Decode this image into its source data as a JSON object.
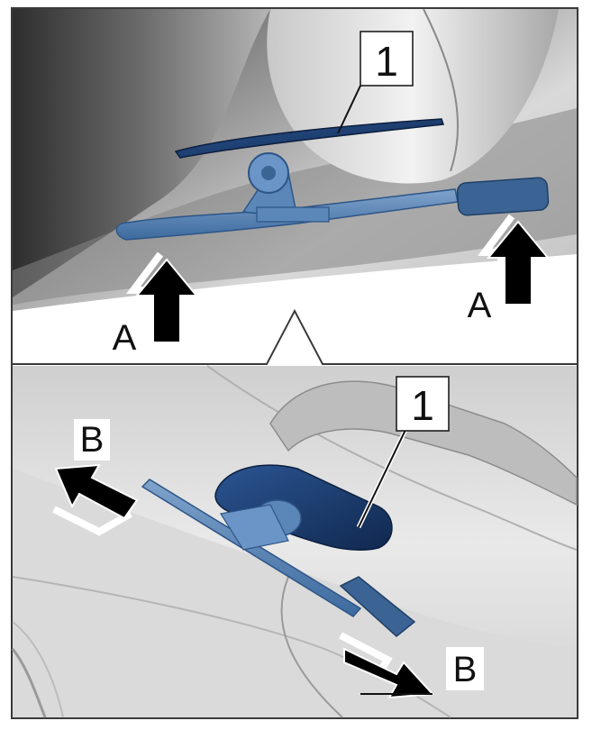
{
  "panels": {
    "top": {
      "callout": "1",
      "arrow_left_label": "A",
      "arrow_right_label": "A"
    },
    "bottom": {
      "callout": "1",
      "arrow_top_label": "B",
      "arrow_bottom_label": "B"
    }
  },
  "colors": {
    "tool_blue": "#4f7fb4",
    "pad_dark_blue": "#1d3f73",
    "arrow_black": "#000000",
    "car_gray_dark": "#5a5a5a",
    "car_gray_light": "#e4e4e4"
  }
}
